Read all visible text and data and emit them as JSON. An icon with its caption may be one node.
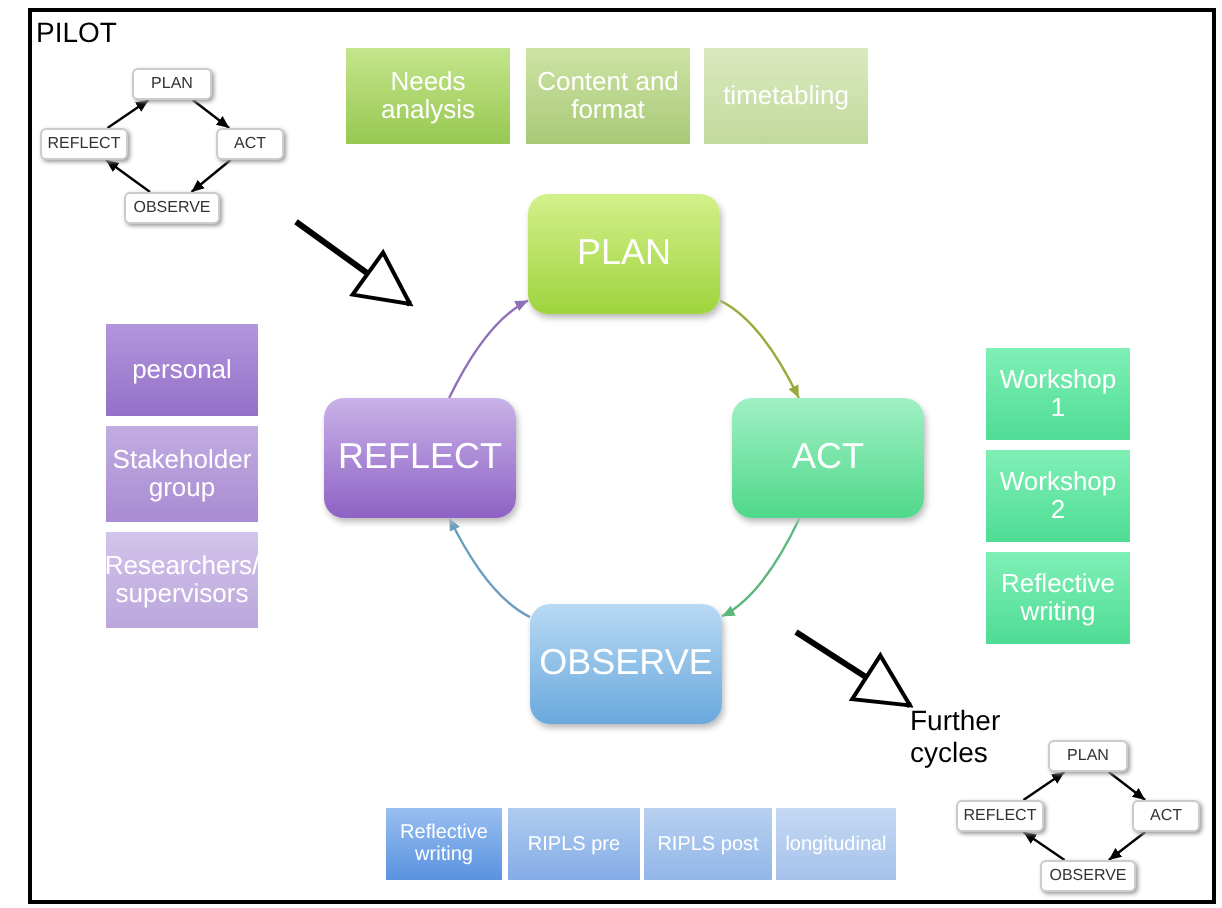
{
  "diagram": {
    "nodes": [
      {
        "text": [
          "PILOT"
        ]
      },
      {
        "text": [
          "PLAN"
        ],
        "in": 0
      },
      {
        "text": [
          "ACT"
        ],
        "in": 0
      },
      {
        "text": [
          "OBSERVE"
        ],
        "in": 0
      },
      {
        "text": [
          "REFLECT"
        ],
        "in": 0
      },
      {
        "text": [
          "Needs analysis"
        ]
      },
      {
        "text": [
          "Content and format"
        ]
      },
      {
        "text": [
          "timetabling"
        ]
      },
      {
        "text": [
          "PLAN"
        ]
      },
      {
        "text": [
          "ACT"
        ]
      },
      {
        "text": [
          "OBSERVE"
        ]
      },
      {
        "text": [
          "REFLECT"
        ]
      },
      {
        "text": [
          "personal"
        ]
      },
      {
        "text": [
          "Stakeholder group"
        ]
      },
      {
        "text": [
          "Researchers/ supervisors"
        ]
      },
      {
        "text": [
          "Workshop 1"
        ]
      },
      {
        "text": [
          "Workshop 2"
        ]
      },
      {
        "text": [
          "Reflective writing"
        ]
      },
      {
        "text": [
          "Reflective writing"
        ]
      },
      {
        "text": [
          "RIPLS pre"
        ]
      },
      {
        "text": [
          "RIPLS post"
        ]
      },
      {
        "text": [
          "longitudinal"
        ]
      },
      {
        "text": [
          "Further cycles"
        ]
      },
      {
        "text": [
          "PLAN"
        ],
        "in": 22
      },
      {
        "text": [
          "ACT"
        ],
        "in": 22
      },
      {
        "text": [
          "OBSERVE"
        ],
        "in": 22
      },
      {
        "text": [
          "REFLECT"
        ],
        "in": 22
      }
    ],
    "edges": [
      {
        "from": 1,
        "to": 2,
        "arrow": "to"
      },
      {
        "from": 2,
        "to": 3,
        "arrow": "to"
      },
      {
        "from": 3,
        "to": 4,
        "arrow": "to"
      },
      {
        "from": 4,
        "to": 1,
        "arrow": "to"
      },
      {
        "from": 0,
        "to": null,
        "arrow": "to",
        "style": "thick"
      },
      {
        "from": 8,
        "to": 9,
        "arrow": "to",
        "color": "#9aaa3c"
      },
      {
        "from": 9,
        "to": 10,
        "arrow": "to",
        "color": "#5cb87a"
      },
      {
        "from": 10,
        "to": 11,
        "arrow": "to",
        "color": "#6a9ec0"
      },
      {
        "from": 11,
        "to": 8,
        "arrow": "to",
        "color": "#8e70b8"
      },
      {
        "from": null,
        "to": 22,
        "arrow": "to",
        "style": "thick"
      },
      {
        "from": 23,
        "to": 24,
        "arrow": "to"
      },
      {
        "from": 24,
        "to": 25,
        "arrow": "to"
      },
      {
        "from": 25,
        "to": 26,
        "arrow": "to"
      },
      {
        "from": 26,
        "to": 23,
        "arrow": "to"
      }
    ]
  }
}
